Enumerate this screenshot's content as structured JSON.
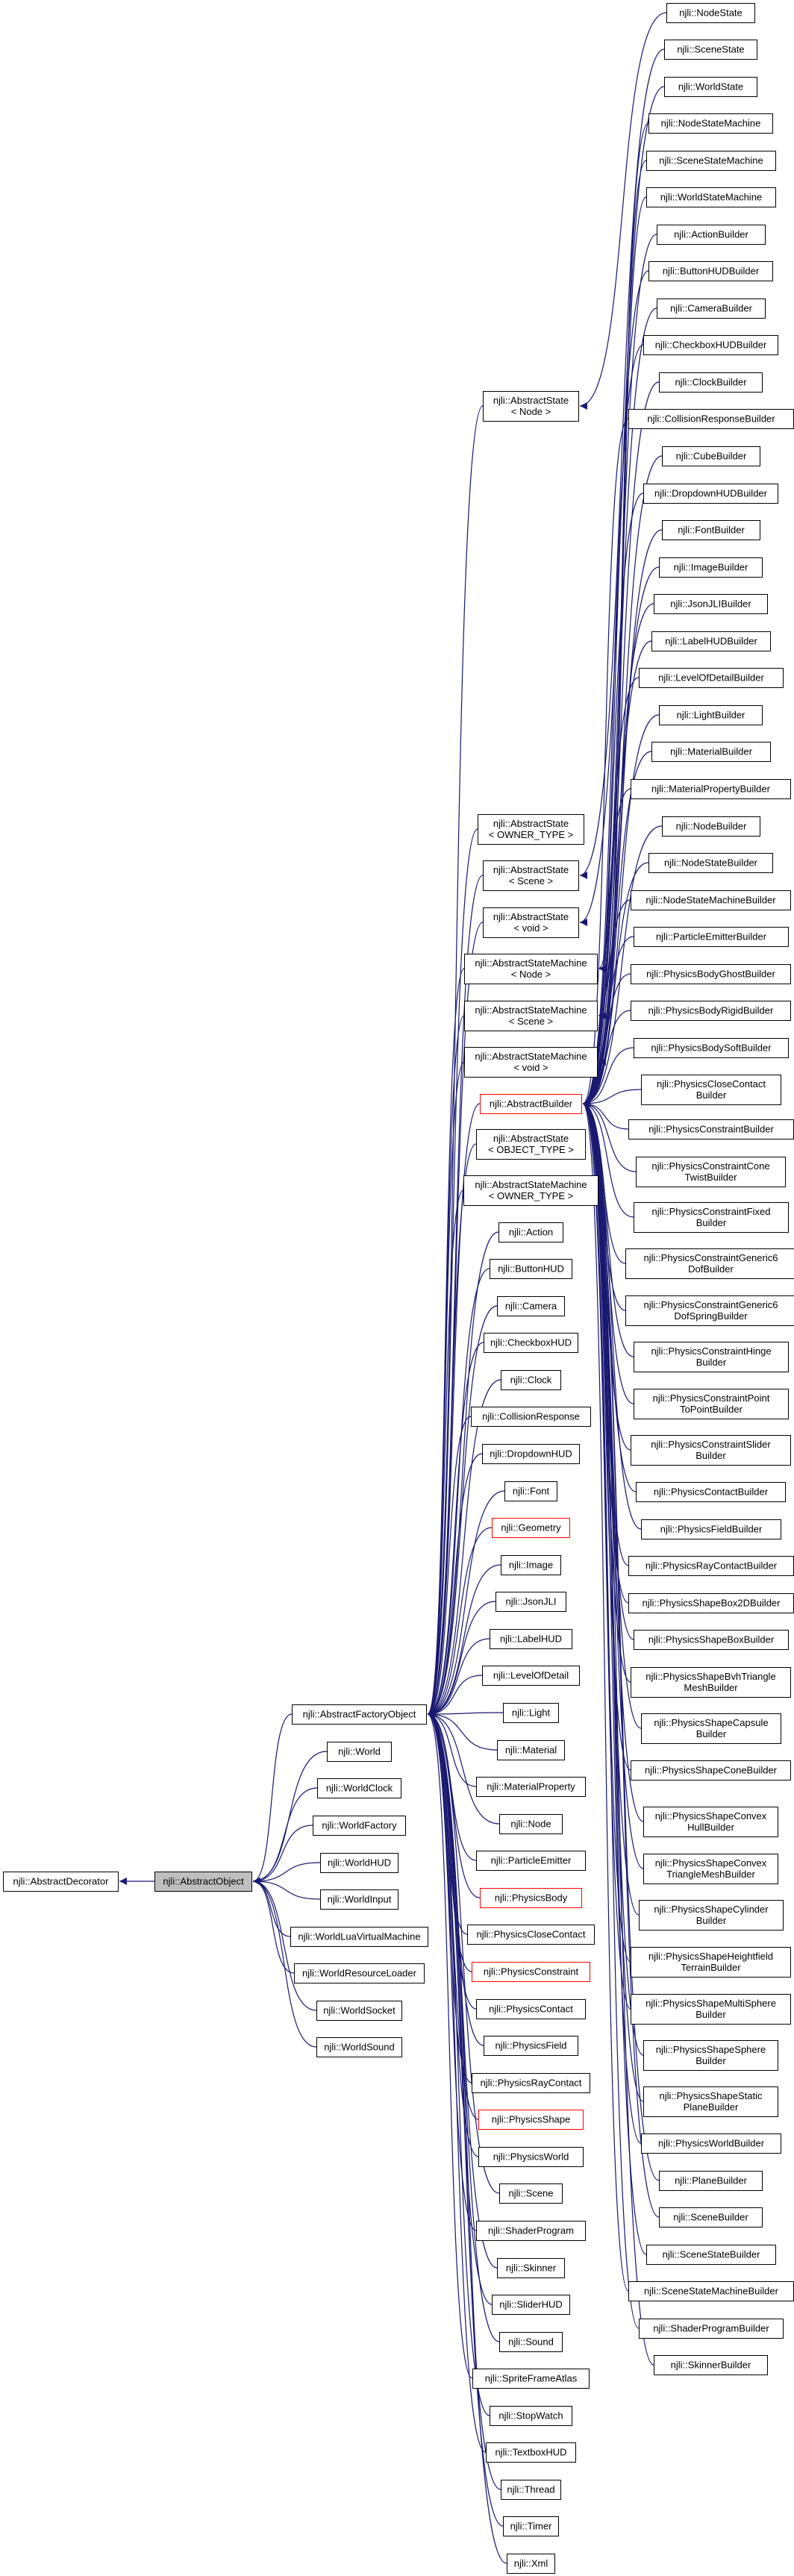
{
  "colors": {
    "edge": "#191970",
    "highlight_border": "#ff0000",
    "current_fill": "#bfbfbf",
    "node_border": "#000000"
  },
  "nodes": [
    {
      "id": "decorator",
      "lines": [
        "njli::AbstractDecorator"
      ]
    },
    {
      "id": "object",
      "lines": [
        "njli::AbstractObject"
      ],
      "current": true
    },
    {
      "id": "factory",
      "lines": [
        "njli::AbstractFactoryObject"
      ]
    },
    {
      "id": "world",
      "lines": [
        "njli::World"
      ]
    },
    {
      "id": "worldclock",
      "lines": [
        "njli::WorldClock"
      ]
    },
    {
      "id": "worldfactory",
      "lines": [
        "njli::WorldFactory"
      ]
    },
    {
      "id": "worldhud",
      "lines": [
        "njli::WorldHUD"
      ]
    },
    {
      "id": "worldinput",
      "lines": [
        "njli::WorldInput"
      ]
    },
    {
      "id": "worldlua",
      "lines": [
        "njli::WorldLuaVirtualMachine"
      ]
    },
    {
      "id": "worldres",
      "lines": [
        "njli::WorldResourceLoader"
      ]
    },
    {
      "id": "worldsocket",
      "lines": [
        "njli::WorldSocket"
      ]
    },
    {
      "id": "worldsound",
      "lines": [
        "njli::WorldSound"
      ]
    },
    {
      "id": "state_node",
      "lines": [
        "njli::AbstractState",
        "< Node >"
      ]
    },
    {
      "id": "state_owner",
      "lines": [
        "njli::AbstractState",
        "< OWNER_TYPE >"
      ]
    },
    {
      "id": "state_scene",
      "lines": [
        "njli::AbstractState",
        "< Scene >"
      ]
    },
    {
      "id": "state_void",
      "lines": [
        "njli::AbstractState",
        "< void >"
      ]
    },
    {
      "id": "sm_node",
      "lines": [
        "njli::AbstractStateMachine",
        "< Node >"
      ]
    },
    {
      "id": "sm_scene",
      "lines": [
        "njli::AbstractStateMachine",
        "< Scene >"
      ]
    },
    {
      "id": "sm_void",
      "lines": [
        "njli::AbstractStateMachine",
        "< void >"
      ]
    },
    {
      "id": "builder",
      "lines": [
        "njli::AbstractBuilder"
      ],
      "highlight": true
    },
    {
      "id": "state_object",
      "lines": [
        "njli::AbstractState",
        "< OBJECT_TYPE >"
      ]
    },
    {
      "id": "sm_owner",
      "lines": [
        "njli::AbstractStateMachine",
        "< OWNER_TYPE >"
      ]
    },
    {
      "id": "action",
      "lines": [
        "njli::Action"
      ]
    },
    {
      "id": "buttonhud",
      "lines": [
        "njli::ButtonHUD"
      ]
    },
    {
      "id": "camera",
      "lines": [
        "njli::Camera"
      ]
    },
    {
      "id": "checkboxhud",
      "lines": [
        "njli::CheckboxHUD"
      ]
    },
    {
      "id": "clock",
      "lines": [
        "njli::Clock"
      ]
    },
    {
      "id": "collisionresponse",
      "lines": [
        "njli::CollisionResponse"
      ]
    },
    {
      "id": "dropdownhud",
      "lines": [
        "njli::DropdownHUD"
      ]
    },
    {
      "id": "font",
      "lines": [
        "njli::Font"
      ]
    },
    {
      "id": "geometry",
      "lines": [
        "njli::Geometry"
      ],
      "highlight": true
    },
    {
      "id": "image",
      "lines": [
        "njli::Image"
      ]
    },
    {
      "id": "jsonjli",
      "lines": [
        "njli::JsonJLI"
      ]
    },
    {
      "id": "labelhud",
      "lines": [
        "njli::LabelHUD"
      ]
    },
    {
      "id": "levelofdetail",
      "lines": [
        "njli::LevelOfDetail"
      ]
    },
    {
      "id": "light",
      "lines": [
        "njli::Light"
      ]
    },
    {
      "id": "material",
      "lines": [
        "njli::Material"
      ]
    },
    {
      "id": "materialproperty",
      "lines": [
        "njli::MaterialProperty"
      ]
    },
    {
      "id": "node",
      "lines": [
        "njli::Node"
      ]
    },
    {
      "id": "particleemitter",
      "lines": [
        "njli::ParticleEmitter"
      ]
    },
    {
      "id": "physicsbody",
      "lines": [
        "njli::PhysicsBody"
      ],
      "highlight": true
    },
    {
      "id": "physicsclosecontact",
      "lines": [
        "njli::PhysicsCloseContact"
      ]
    },
    {
      "id": "physicsconstraint",
      "lines": [
        "njli::PhysicsConstraint"
      ],
      "highlight": true
    },
    {
      "id": "physicscontact",
      "lines": [
        "njli::PhysicsContact"
      ]
    },
    {
      "id": "physicsfield",
      "lines": [
        "njli::PhysicsField"
      ]
    },
    {
      "id": "physicsraycontact",
      "lines": [
        "njli::PhysicsRayContact"
      ]
    },
    {
      "id": "physicsshape",
      "lines": [
        "njli::PhysicsShape"
      ],
      "highlight": true
    },
    {
      "id": "physicsworld",
      "lines": [
        "njli::PhysicsWorld"
      ]
    },
    {
      "id": "scene",
      "lines": [
        "njli::Scene"
      ]
    },
    {
      "id": "shaderprogram",
      "lines": [
        "njli::ShaderProgram"
      ]
    },
    {
      "id": "skinner",
      "lines": [
        "njli::Skinner"
      ]
    },
    {
      "id": "sliderhud",
      "lines": [
        "njli::SliderHUD"
      ]
    },
    {
      "id": "sound",
      "lines": [
        "njli::Sound"
      ]
    },
    {
      "id": "spriteframeatlas",
      "lines": [
        "njli::SpriteFrameAtlas"
      ]
    },
    {
      "id": "stopwatch",
      "lines": [
        "njli::StopWatch"
      ]
    },
    {
      "id": "textboxhud",
      "lines": [
        "njli::TextboxHUD"
      ]
    },
    {
      "id": "thread",
      "lines": [
        "njli::Thread"
      ]
    },
    {
      "id": "timer",
      "lines": [
        "njli::Timer"
      ]
    },
    {
      "id": "xml",
      "lines": [
        "njli::Xml"
      ]
    },
    {
      "id": "nodestate",
      "lines": [
        "njli::NodeState"
      ]
    },
    {
      "id": "scenestate",
      "lines": [
        "njli::SceneState"
      ]
    },
    {
      "id": "worldstate",
      "lines": [
        "njli::WorldState"
      ]
    },
    {
      "id": "nodestatemachine",
      "lines": [
        "njli::NodeStateMachine"
      ]
    },
    {
      "id": "scenestatemachine",
      "lines": [
        "njli::SceneStateMachine"
      ]
    },
    {
      "id": "worldstatemachine",
      "lines": [
        "njli::WorldStateMachine"
      ]
    },
    {
      "id": "b_action",
      "lines": [
        "njli::ActionBuilder"
      ]
    },
    {
      "id": "b_buttonhud",
      "lines": [
        "njli::ButtonHUDBuilder"
      ]
    },
    {
      "id": "b_camera",
      "lines": [
        "njli::CameraBuilder"
      ]
    },
    {
      "id": "b_checkboxhud",
      "lines": [
        "njli::CheckboxHUDBuilder"
      ]
    },
    {
      "id": "b_clock",
      "lines": [
        "njli::ClockBuilder"
      ]
    },
    {
      "id": "b_collisionresponse",
      "lines": [
        "njli::CollisionResponseBuilder"
      ]
    },
    {
      "id": "b_cube",
      "lines": [
        "njli::CubeBuilder"
      ]
    },
    {
      "id": "b_dropdownhud",
      "lines": [
        "njli::DropdownHUDBuilder"
      ]
    },
    {
      "id": "b_font",
      "lines": [
        "njli::FontBuilder"
      ]
    },
    {
      "id": "b_image",
      "lines": [
        "njli::ImageBuilder"
      ]
    },
    {
      "id": "b_jsonjli",
      "lines": [
        "njli::JsonJLIBuilder"
      ]
    },
    {
      "id": "b_labelhud",
      "lines": [
        "njli::LabelHUDBuilder"
      ]
    },
    {
      "id": "b_levelofdetail",
      "lines": [
        "njli::LevelOfDetailBuilder"
      ]
    },
    {
      "id": "b_light",
      "lines": [
        "njli::LightBuilder"
      ]
    },
    {
      "id": "b_material",
      "lines": [
        "njli::MaterialBuilder"
      ]
    },
    {
      "id": "b_materialproperty",
      "lines": [
        "njli::MaterialPropertyBuilder"
      ]
    },
    {
      "id": "b_node",
      "lines": [
        "njli::NodeBuilder"
      ]
    },
    {
      "id": "b_nodestate",
      "lines": [
        "njli::NodeStateBuilder"
      ]
    },
    {
      "id": "b_nodestatemachine",
      "lines": [
        "njli::NodeStateMachineBuilder"
      ]
    },
    {
      "id": "b_particleemitter",
      "lines": [
        "njli::ParticleEmitterBuilder"
      ]
    },
    {
      "id": "b_physicsbodyghost",
      "lines": [
        "njli::PhysicsBodyGhostBuilder"
      ]
    },
    {
      "id": "b_physicsbodyrigid",
      "lines": [
        "njli::PhysicsBodyRigidBuilder"
      ]
    },
    {
      "id": "b_physicsbodysoft",
      "lines": [
        "njli::PhysicsBodySoftBuilder"
      ]
    },
    {
      "id": "b_physicsclosecontact",
      "lines": [
        "njli::PhysicsCloseContact",
        "Builder"
      ]
    },
    {
      "id": "b_physicsconstraint",
      "lines": [
        "njli::PhysicsConstraintBuilder"
      ]
    },
    {
      "id": "b_pc_conetwist",
      "lines": [
        "njli::PhysicsConstraintCone",
        "TwistBuilder"
      ]
    },
    {
      "id": "b_pc_fixed",
      "lines": [
        "njli::PhysicsConstraintFixed",
        "Builder"
      ]
    },
    {
      "id": "b_pc_generic6",
      "lines": [
        "njli::PhysicsConstraintGeneric6",
        "DofBuilder"
      ]
    },
    {
      "id": "b_pc_generic6spring",
      "lines": [
        "njli::PhysicsConstraintGeneric6",
        "DofSpringBuilder"
      ]
    },
    {
      "id": "b_pc_hinge",
      "lines": [
        "njli::PhysicsConstraintHinge",
        "Builder"
      ]
    },
    {
      "id": "b_pc_p2p",
      "lines": [
        "njli::PhysicsConstraintPoint",
        "ToPointBuilder"
      ]
    },
    {
      "id": "b_pc_slider",
      "lines": [
        "njli::PhysicsConstraintSlider",
        "Builder"
      ]
    },
    {
      "id": "b_physicscontact",
      "lines": [
        "njli::PhysicsContactBuilder"
      ]
    },
    {
      "id": "b_physicsfield",
      "lines": [
        "njli::PhysicsFieldBuilder"
      ]
    },
    {
      "id": "b_physicsraycontact",
      "lines": [
        "njli::PhysicsRayContactBuilder"
      ]
    },
    {
      "id": "b_ps_box2d",
      "lines": [
        "njli::PhysicsShapeBox2DBuilder"
      ]
    },
    {
      "id": "b_ps_box",
      "lines": [
        "njli::PhysicsShapeBoxBuilder"
      ]
    },
    {
      "id": "b_ps_bvh",
      "lines": [
        "njli::PhysicsShapeBvhTriangle",
        "MeshBuilder"
      ]
    },
    {
      "id": "b_ps_capsule",
      "lines": [
        "njli::PhysicsShapeCapsule",
        "Builder"
      ]
    },
    {
      "id": "b_ps_cone",
      "lines": [
        "njli::PhysicsShapeConeBuilder"
      ]
    },
    {
      "id": "b_ps_convexhull",
      "lines": [
        "njli::PhysicsShapeConvex",
        "HullBuilder"
      ]
    },
    {
      "id": "b_ps_convextri",
      "lines": [
        "njli::PhysicsShapeConvex",
        "TriangleMeshBuilder"
      ]
    },
    {
      "id": "b_ps_cylinder",
      "lines": [
        "njli::PhysicsShapeCylinder",
        "Builder"
      ]
    },
    {
      "id": "b_ps_heightfield",
      "lines": [
        "njli::PhysicsShapeHeightfield",
        "TerrainBuilder"
      ]
    },
    {
      "id": "b_ps_multisphere",
      "lines": [
        "njli::PhysicsShapeMultiSphere",
        "Builder"
      ]
    },
    {
      "id": "b_ps_sphere",
      "lines": [
        "njli::PhysicsShapeSphere",
        "Builder"
      ]
    },
    {
      "id": "b_ps_staticplane",
      "lines": [
        "njli::PhysicsShapeStatic",
        "PlaneBuilder"
      ]
    },
    {
      "id": "b_physicsworld",
      "lines": [
        "njli::PhysicsWorldBuilder"
      ]
    },
    {
      "id": "b_plane",
      "lines": [
        "njli::PlaneBuilder"
      ]
    },
    {
      "id": "b_scene",
      "lines": [
        "njli::SceneBuilder"
      ]
    },
    {
      "id": "b_scenestate",
      "lines": [
        "njli::SceneStateBuilder"
      ]
    },
    {
      "id": "b_scenestatemachine",
      "lines": [
        "njli::SceneStateMachineBuilder"
      ]
    },
    {
      "id": "b_shaderprogram",
      "lines": [
        "njli::ShaderProgramBuilder"
      ]
    },
    {
      "id": "b_skinner",
      "lines": [
        "njli::SkinnerBuilder"
      ]
    }
  ],
  "edges": [
    [
      "decorator",
      "object"
    ],
    [
      "object",
      "factory"
    ],
    [
      "object",
      "world"
    ],
    [
      "object",
      "worldclock"
    ],
    [
      "object",
      "worldfactory"
    ],
    [
      "object",
      "worldhud"
    ],
    [
      "object",
      "worldinput"
    ],
    [
      "object",
      "worldlua"
    ],
    [
      "object",
      "worldres"
    ],
    [
      "object",
      "worldsocket"
    ],
    [
      "object",
      "worldsound"
    ],
    [
      "factory",
      "state_node"
    ],
    [
      "factory",
      "state_owner"
    ],
    [
      "factory",
      "state_scene"
    ],
    [
      "factory",
      "state_void"
    ],
    [
      "factory",
      "sm_node"
    ],
    [
      "factory",
      "sm_scene"
    ],
    [
      "factory",
      "sm_void"
    ],
    [
      "factory",
      "builder"
    ],
    [
      "factory",
      "state_object"
    ],
    [
      "factory",
      "sm_owner"
    ],
    [
      "factory",
      "action"
    ],
    [
      "factory",
      "buttonhud"
    ],
    [
      "factory",
      "camera"
    ],
    [
      "factory",
      "checkboxhud"
    ],
    [
      "factory",
      "clock"
    ],
    [
      "factory",
      "collisionresponse"
    ],
    [
      "factory",
      "dropdownhud"
    ],
    [
      "factory",
      "font"
    ],
    [
      "factory",
      "geometry"
    ],
    [
      "factory",
      "image"
    ],
    [
      "factory",
      "jsonjli"
    ],
    [
      "factory",
      "labelhud"
    ],
    [
      "factory",
      "levelofdetail"
    ],
    [
      "factory",
      "light"
    ],
    [
      "factory",
      "material"
    ],
    [
      "factory",
      "materialproperty"
    ],
    [
      "factory",
      "node"
    ],
    [
      "factory",
      "particleemitter"
    ],
    [
      "factory",
      "physicsbody"
    ],
    [
      "factory",
      "physicsclosecontact"
    ],
    [
      "factory",
      "physicsconstraint"
    ],
    [
      "factory",
      "physicscontact"
    ],
    [
      "factory",
      "physicsfield"
    ],
    [
      "factory",
      "physicsraycontact"
    ],
    [
      "factory",
      "physicsshape"
    ],
    [
      "factory",
      "physicsworld"
    ],
    [
      "factory",
      "scene"
    ],
    [
      "factory",
      "shaderprogram"
    ],
    [
      "factory",
      "skinner"
    ],
    [
      "factory",
      "sliderhud"
    ],
    [
      "factory",
      "sound"
    ],
    [
      "factory",
      "spriteframeatlas"
    ],
    [
      "factory",
      "stopwatch"
    ],
    [
      "factory",
      "textboxhud"
    ],
    [
      "factory",
      "thread"
    ],
    [
      "factory",
      "timer"
    ],
    [
      "factory",
      "xml"
    ],
    [
      "state_node",
      "nodestate"
    ],
    [
      "state_scene",
      "scenestate"
    ],
    [
      "state_void",
      "worldstate"
    ],
    [
      "sm_node",
      "nodestatemachine"
    ],
    [
      "sm_scene",
      "scenestatemachine"
    ],
    [
      "sm_void",
      "worldstatemachine"
    ],
    [
      "builder",
      "b_action"
    ],
    [
      "builder",
      "b_buttonhud"
    ],
    [
      "builder",
      "b_camera"
    ],
    [
      "builder",
      "b_checkboxhud"
    ],
    [
      "builder",
      "b_clock"
    ],
    [
      "builder",
      "b_collisionresponse"
    ],
    [
      "builder",
      "b_cube"
    ],
    [
      "builder",
      "b_dropdownhud"
    ],
    [
      "builder",
      "b_font"
    ],
    [
      "builder",
      "b_image"
    ],
    [
      "builder",
      "b_jsonjli"
    ],
    [
      "builder",
      "b_labelhud"
    ],
    [
      "builder",
      "b_levelofdetail"
    ],
    [
      "builder",
      "b_light"
    ],
    [
      "builder",
      "b_material"
    ],
    [
      "builder",
      "b_materialproperty"
    ],
    [
      "builder",
      "b_node"
    ],
    [
      "builder",
      "b_nodestate"
    ],
    [
      "builder",
      "b_nodestatemachine"
    ],
    [
      "builder",
      "b_particleemitter"
    ],
    [
      "builder",
      "b_physicsbodyghost"
    ],
    [
      "builder",
      "b_physicsbodyrigid"
    ],
    [
      "builder",
      "b_physicsbodysoft"
    ],
    [
      "builder",
      "b_physicsclosecontact"
    ],
    [
      "builder",
      "b_physicsconstraint"
    ],
    [
      "builder",
      "b_pc_conetwist"
    ],
    [
      "builder",
      "b_pc_fixed"
    ],
    [
      "builder",
      "b_pc_generic6"
    ],
    [
      "builder",
      "b_pc_generic6spring"
    ],
    [
      "builder",
      "b_pc_hinge"
    ],
    [
      "builder",
      "b_pc_p2p"
    ],
    [
      "builder",
      "b_pc_slider"
    ],
    [
      "builder",
      "b_physicscontact"
    ],
    [
      "builder",
      "b_physicsfield"
    ],
    [
      "builder",
      "b_physicsraycontact"
    ],
    [
      "builder",
      "b_ps_box2d"
    ],
    [
      "builder",
      "b_ps_box"
    ],
    [
      "builder",
      "b_ps_bvh"
    ],
    [
      "builder",
      "b_ps_capsule"
    ],
    [
      "builder",
      "b_ps_cone"
    ],
    [
      "builder",
      "b_ps_convexhull"
    ],
    [
      "builder",
      "b_ps_convextri"
    ],
    [
      "builder",
      "b_ps_cylinder"
    ],
    [
      "builder",
      "b_ps_heightfield"
    ],
    [
      "builder",
      "b_ps_multisphere"
    ],
    [
      "builder",
      "b_ps_sphere"
    ],
    [
      "builder",
      "b_ps_staticplane"
    ],
    [
      "builder",
      "b_physicsworld"
    ],
    [
      "builder",
      "b_plane"
    ],
    [
      "builder",
      "b_scene"
    ],
    [
      "builder",
      "b_scenestate"
    ],
    [
      "builder",
      "b_scenestatemachine"
    ],
    [
      "builder",
      "b_shaderprogram"
    ],
    [
      "builder",
      "b_skinner"
    ]
  ]
}
